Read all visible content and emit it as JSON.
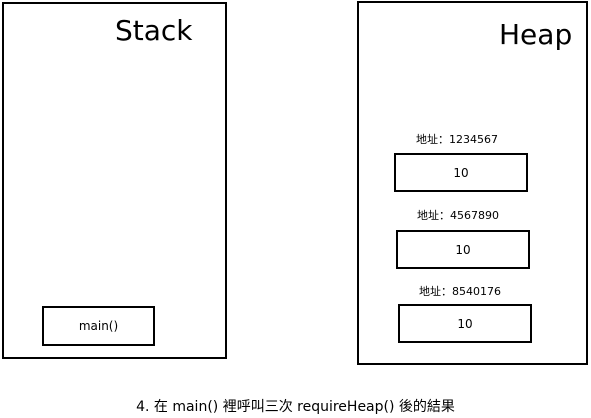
{
  "stack": {
    "title": "Stack",
    "frames": [
      "main()"
    ]
  },
  "heap": {
    "title": "Heap",
    "objects": [
      {
        "address_label": "地址：1234567",
        "value": "10"
      },
      {
        "address_label": "地址：4567890",
        "value": "10"
      },
      {
        "address_label": "地址：8540176",
        "value": "10"
      }
    ]
  },
  "caption": "4. 在 main() 裡呼叫三次 requireHeap() 後的結果"
}
